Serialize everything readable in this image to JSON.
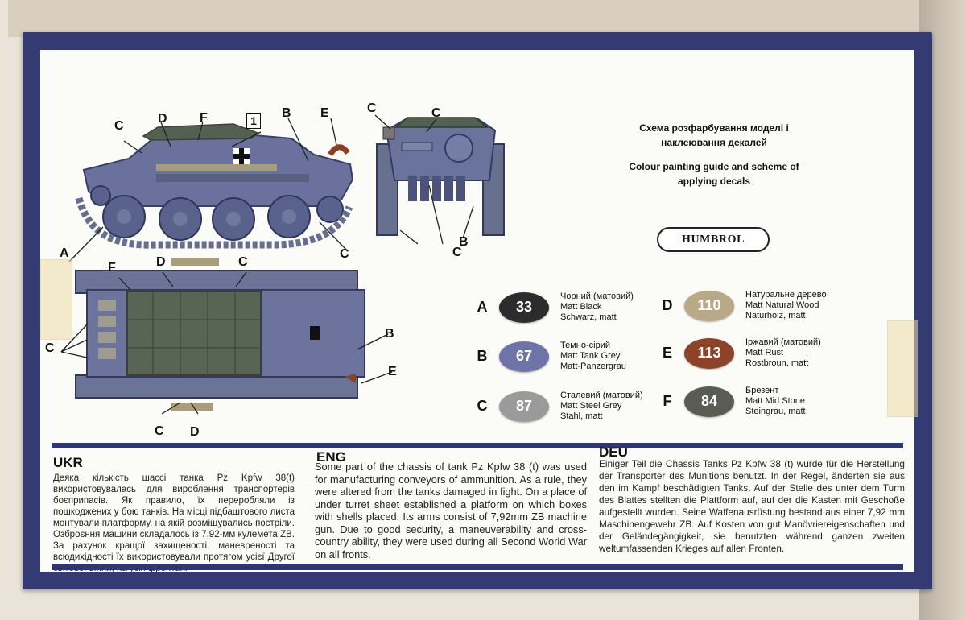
{
  "labels": {
    "side_c1": "C",
    "side_d": "D",
    "side_f": "F",
    "side_1": "1",
    "side_b": "B",
    "side_e": "E",
    "side_a": "A",
    "side_c2": "C",
    "front_c1": "C",
    "front_c2": "C",
    "front_c3": "C",
    "front_b": "B",
    "top_f": "F",
    "top_d": "D",
    "top_c": "C",
    "top_c_left": "C",
    "top_b": "B",
    "top_e": "E",
    "top_c_bottom": "C",
    "top_d_bottom": "D"
  },
  "titles": {
    "ukr": "Схема розфарбування моделі і наклеювання декалей",
    "eng": "Colour painting guide and scheme of applying decals",
    "brand": "HUMBROL"
  },
  "paints": [
    {
      "letter": "A",
      "number": "33",
      "ukr": "Чорний (матовий)",
      "eng": "Matt Black",
      "deu": "Schwarz, matt",
      "color": "#2c2c2d"
    },
    {
      "letter": "B",
      "number": "67",
      "ukr": "Темно-сірий",
      "eng": "Matt Tank Grey",
      "deu": "Matt-Panzergrau",
      "color": "#6f74a8"
    },
    {
      "letter": "C",
      "number": "87",
      "ukr": "Сталевий (матовий)",
      "eng": "Matt Steel Grey",
      "deu": "Stahl, matt",
      "color": "#9a9a9a"
    },
    {
      "letter": "D",
      "number": "110",
      "ukr": "Натуральне дерево",
      "eng": "Matt Natural Wood",
      "deu": "Naturholz, matt",
      "color": "#b9a987"
    },
    {
      "letter": "E",
      "number": "113",
      "ukr": "Іржавий (матовий)",
      "eng": "Matt Rust",
      "deu": "Rostbroun, matt",
      "color": "#8c4327"
    },
    {
      "letter": "F",
      "number": "84",
      "ukr": "Брезент",
      "eng": "Matt Mid Stone",
      "deu": "Steingrau, matt",
      "color": "#595c52"
    }
  ],
  "sections": {
    "ukr_head": "UKR",
    "ukr_text": "Деяка кількість шассі танка Pz Kpfw 38(t) використовувалась для вироблення транспортерів боєприпасів. Як правило, їх переробляли із пошкоджених у бою танків. На місці підбаштового листа монтували платформу, на якій розміщувались постріли. Озброєння машини складалось із 7,92-мм кулемета ZB. За рахунок кращої захищеності, маневреності та всюдихідності їх використовували протягом усієї Другої світової війни, на усіх фронтах.",
    "eng_head": "ENG",
    "eng_text": "Some part of the chassis of tank Pz Kpfw 38 (t) was used for manufacturing conveyors of ammunition. As a rule, they were altered from the tanks damaged in fight. On a place of under turret sheet established a platform on which boxes with shells placed. Its arms consist of 7,92mm ZB machine gun. Due to good security, a maneuverability and cross-country ability, they were used during all Second World War on all fronts.",
    "deu_head": "DEU",
    "deu_text": "Einiger Teil die Chassis Tanks Pz Kpfw 38 (t) wurde für die Herstellung der Transporter des Munitions benutzt. In der Regel, änderten sie aus den im Kampf beschädigten Tanks. Auf der Stelle des unter dem Turm des Blattes stellten die Plattform auf, auf der die Kasten mit Geschoße aufgestellt wurden. Seine Waffenausrüstung bestand aus einer 7,92 mm Maschinengewehr ZB. Auf Kosten von gut Manövriereigenschaften und der Geländegängigkeit, sie benutzten während ganzen zweiten weltumfassenden Krieges auf allen Fronten."
  }
}
